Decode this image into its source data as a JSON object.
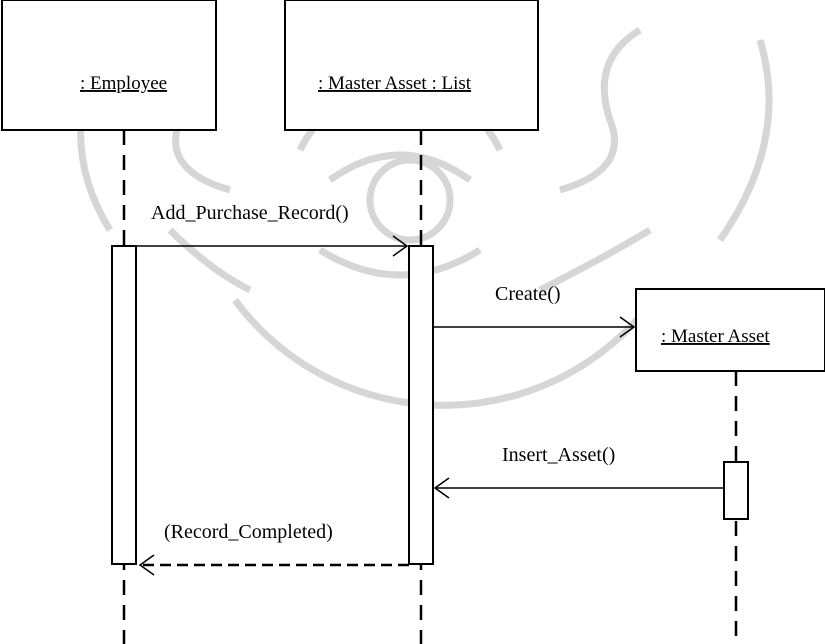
{
  "diagram": {
    "type": "uml-sequence",
    "lifelines": [
      {
        "id": "employee",
        "label": ": Employee"
      },
      {
        "id": "master-asset-list",
        "label": ": Master Asset : List"
      },
      {
        "id": "master-asset",
        "label": ": Master Asset"
      }
    ],
    "messages": [
      {
        "from": "employee",
        "to": "master-asset-list",
        "label": "Add_Purchase_Record()",
        "style": "solid"
      },
      {
        "from": "master-asset-list",
        "to": "master-asset",
        "label": "Create()",
        "style": "solid"
      },
      {
        "from": "master-asset",
        "to": "master-asset-list",
        "label": "Insert_Asset()",
        "style": "solid"
      },
      {
        "from": "master-asset-list",
        "to": "employee",
        "label": "(Record_Completed)",
        "style": "dashed"
      }
    ]
  },
  "watermark": {
    "kind": "university-seal",
    "color": "#d9d9d9"
  }
}
